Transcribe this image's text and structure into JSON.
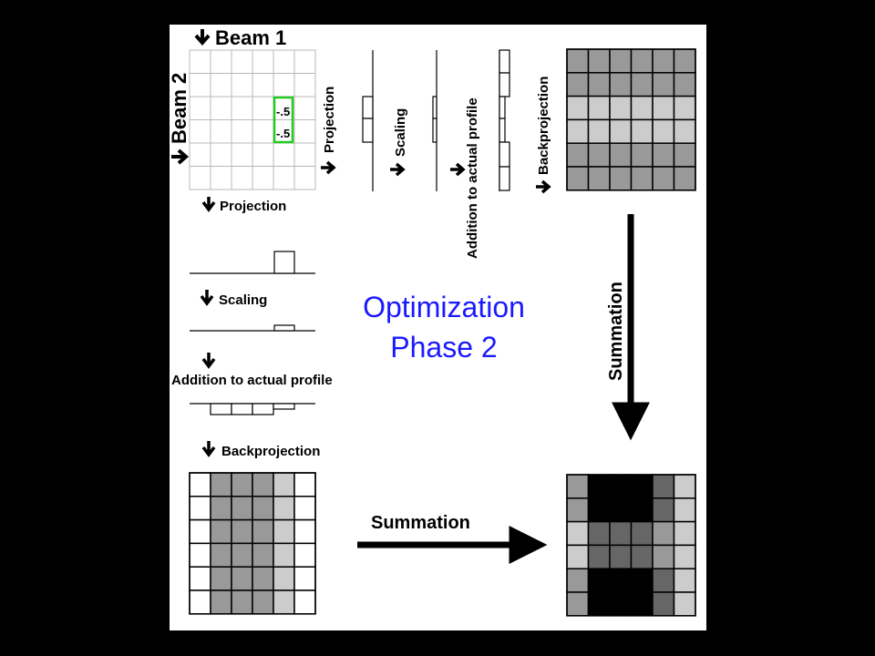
{
  "colors": {
    "background": "#000000",
    "panel": "#ffffff",
    "grid_line": "#b8b8b8",
    "highlight": "#22cc22",
    "title": "#1a1aff",
    "ink": "#000000"
  },
  "labels": {
    "beam1": "Beam 1",
    "beam2": "Beam 2",
    "projection_right": "Projection",
    "projection_bottom": "Projection",
    "scaling_vertical": "Scaling",
    "addition_vertical": "Addition to actual profile",
    "backprojection_vertical": "Backprojection",
    "scaling_horizontal": "Scaling",
    "addition_horizontal": "Addition to actual profile",
    "backprojection_horizontal": "Backprojection",
    "summation_vertical": "Summation",
    "summation_horizontal": "Summation"
  },
  "title": {
    "line1": "Optimization",
    "line2": "Phase 2"
  },
  "highlight_values": [
    "-.5",
    "-.5"
  ],
  "grids": {
    "start": {
      "rows": 6,
      "cols": 6,
      "highlight": {
        "col": 4,
        "rows": [
          2,
          3
        ]
      }
    },
    "beam1_backprojection": {
      "rows": 6,
      "cols": 6,
      "cells": [
        [
          "#ffffff",
          "#999999",
          "#999999",
          "#999999",
          "#cccccc",
          "#ffffff"
        ],
        [
          "#ffffff",
          "#999999",
          "#999999",
          "#999999",
          "#cccccc",
          "#ffffff"
        ],
        [
          "#ffffff",
          "#999999",
          "#999999",
          "#999999",
          "#cccccc",
          "#ffffff"
        ],
        [
          "#ffffff",
          "#999999",
          "#999999",
          "#999999",
          "#cccccc",
          "#ffffff"
        ],
        [
          "#ffffff",
          "#999999",
          "#999999",
          "#999999",
          "#cccccc",
          "#ffffff"
        ],
        [
          "#ffffff",
          "#999999",
          "#999999",
          "#999999",
          "#cccccc",
          "#ffffff"
        ]
      ]
    },
    "beam2_backprojection": {
      "rows": 6,
      "cols": 6,
      "cells": [
        [
          "#999999",
          "#999999",
          "#999999",
          "#999999",
          "#999999",
          "#999999"
        ],
        [
          "#999999",
          "#999999",
          "#999999",
          "#999999",
          "#999999",
          "#999999"
        ],
        [
          "#cccccc",
          "#cccccc",
          "#cccccc",
          "#cccccc",
          "#cccccc",
          "#cccccc"
        ],
        [
          "#cccccc",
          "#cccccc",
          "#cccccc",
          "#cccccc",
          "#cccccc",
          "#cccccc"
        ],
        [
          "#999999",
          "#999999",
          "#999999",
          "#999999",
          "#999999",
          "#999999"
        ],
        [
          "#999999",
          "#999999",
          "#999999",
          "#999999",
          "#999999",
          "#999999"
        ]
      ]
    },
    "summed": {
      "rows": 6,
      "cols": 6,
      "cells": [
        [
          "#999999",
          "#000000",
          "#000000",
          "#000000",
          "#666666",
          "#cccccc"
        ],
        [
          "#999999",
          "#000000",
          "#000000",
          "#000000",
          "#666666",
          "#cccccc"
        ],
        [
          "#cccccc",
          "#666666",
          "#666666",
          "#666666",
          "#999999",
          "#cccccc"
        ],
        [
          "#cccccc",
          "#666666",
          "#666666",
          "#666666",
          "#999999",
          "#cccccc"
        ],
        [
          "#999999",
          "#000000",
          "#000000",
          "#000000",
          "#666666",
          "#cccccc"
        ],
        [
          "#999999",
          "#000000",
          "#000000",
          "#000000",
          "#666666",
          "#cccccc"
        ]
      ]
    }
  }
}
